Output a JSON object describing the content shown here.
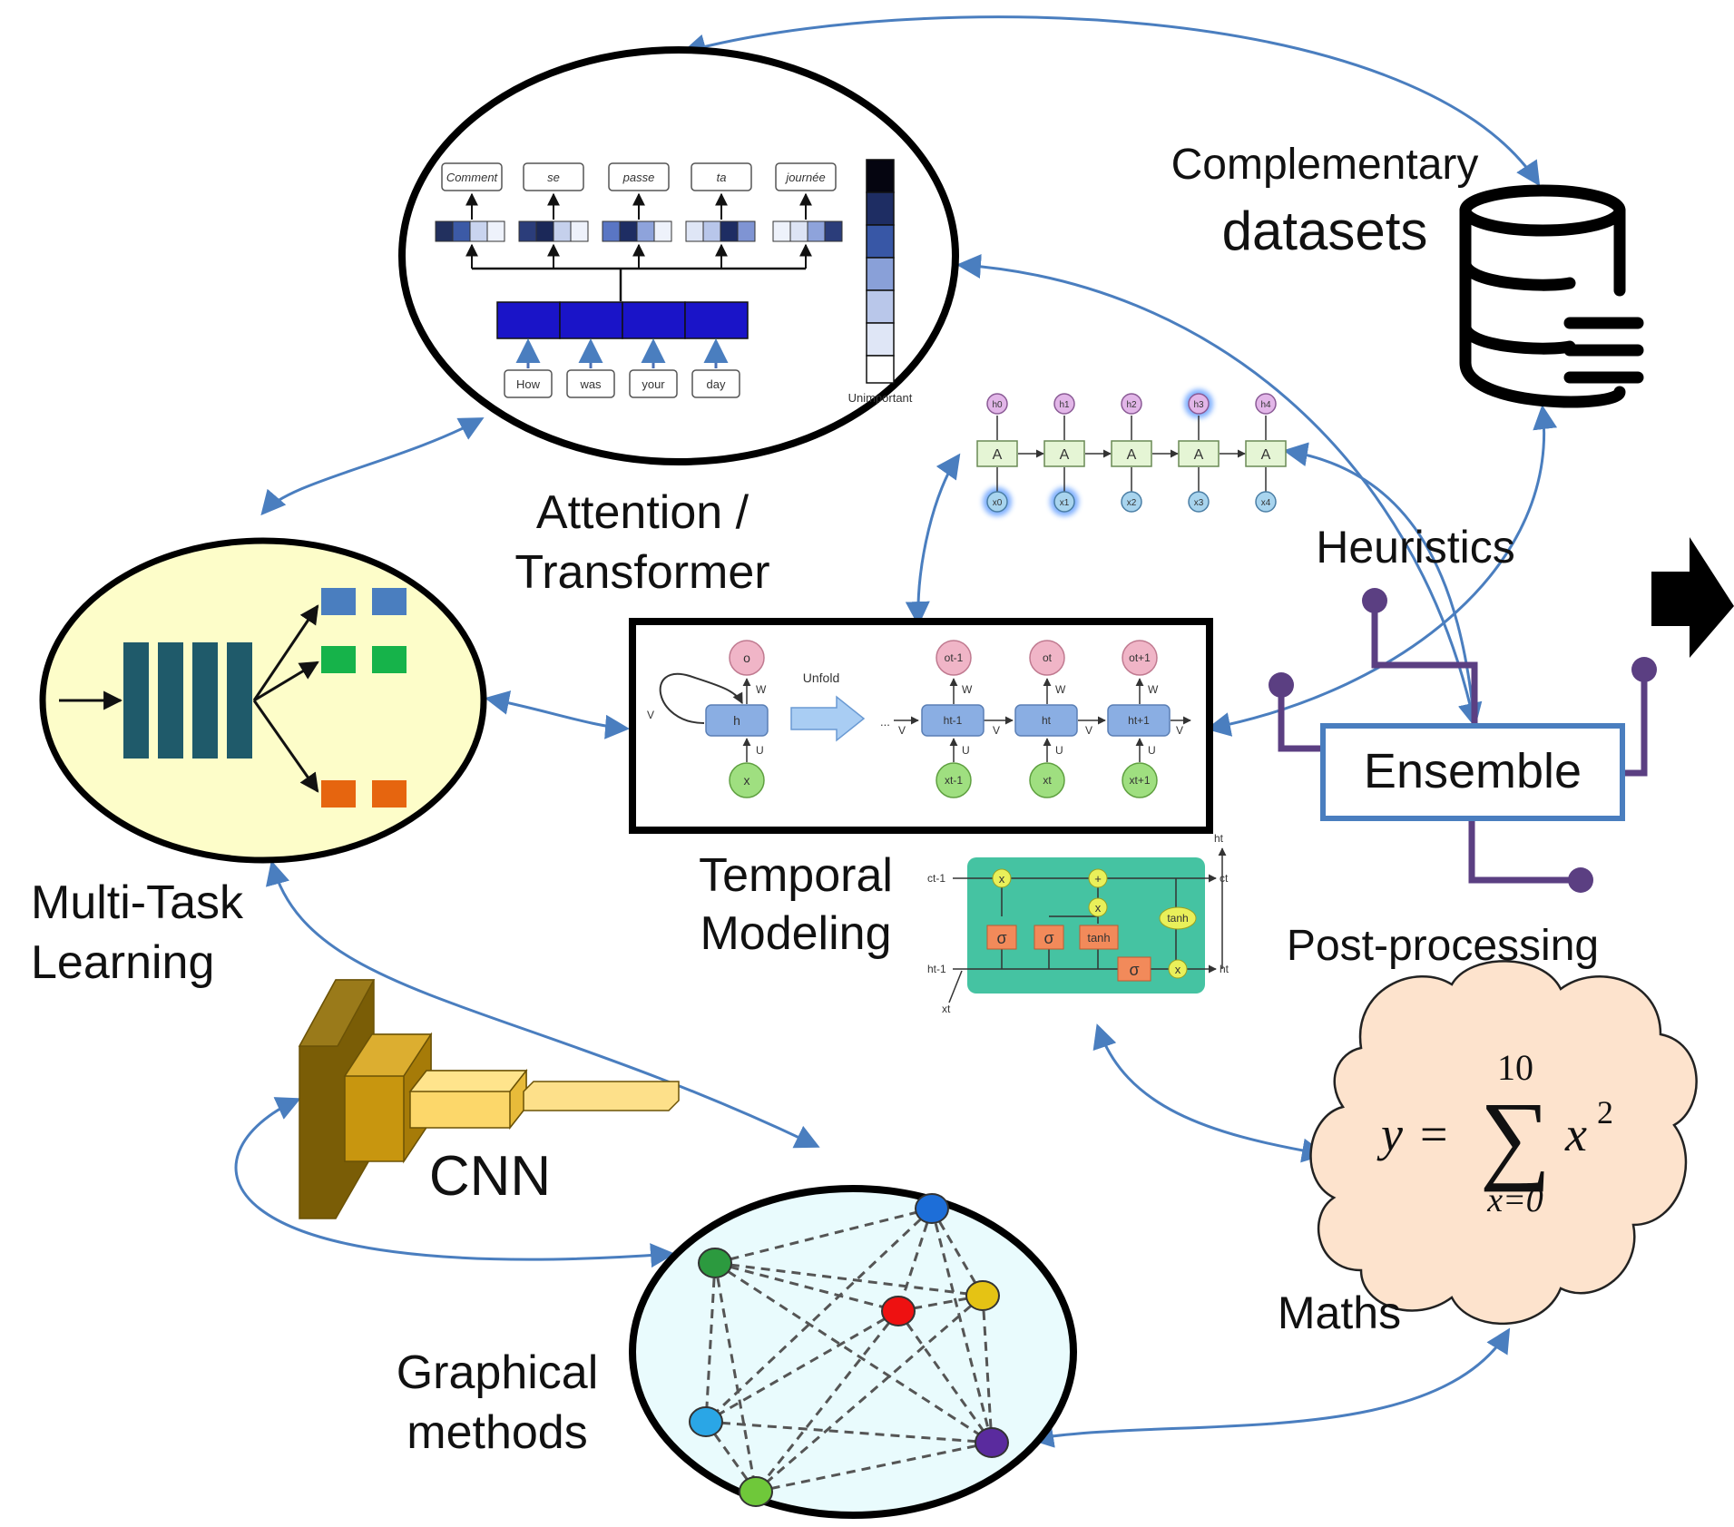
{
  "labels": {
    "complementary": "Complementary",
    "datasets": "datasets",
    "attention_line1": "Attention /",
    "attention_line2": "Transformer",
    "heuristics": "Heuristics",
    "ensemble": "Ensemble",
    "multitask_line1": "Multi-Task",
    "multitask_line2": "Learning",
    "temporal_line1": "Temporal",
    "temporal_line2": "Modeling",
    "postprocessing": "Post-processing",
    "cnn": "CNN",
    "graphical_line1": "Graphical",
    "graphical_line2": "methods",
    "maths": "Maths"
  },
  "attention": {
    "outputs": [
      "Comment",
      "se",
      "passe",
      "ta",
      "journée"
    ],
    "inputs": [
      "How",
      "was",
      "your",
      "day"
    ],
    "scale_label": "Unimportant"
  },
  "rnn_chain": {
    "cell": "A",
    "hidden": [
      "h0",
      "h1",
      "h2",
      "h3",
      "h4"
    ],
    "inputs": [
      "x0",
      "x1",
      "x2",
      "x3",
      "x4"
    ]
  },
  "rnn_unfold": {
    "unfold_label": "Unfold",
    "o": "o",
    "h": "h",
    "x": "x",
    "v": "V",
    "w": "W",
    "u": "U",
    "dots": "...",
    "steps": [
      {
        "o": "ot-1",
        "h": "ht-1",
        "x": "xt-1"
      },
      {
        "o": "ot",
        "h": "ht",
        "x": "xt"
      },
      {
        "o": "ot+1",
        "h": "ht+1",
        "x": "xt+1"
      }
    ]
  },
  "lstm": {
    "sigma": "σ",
    "tanh": "tanh",
    "times": "x",
    "plus": "+",
    "c_in": "ct-1",
    "c_out": "ct",
    "h_in": "ht-1",
    "h_out": "ht",
    "h_top": "ht",
    "x_in": "xt"
  },
  "formula": {
    "lhs": "y",
    "eq": "=",
    "sum": "∑",
    "upper": "10",
    "lower": "x=0",
    "term": "x",
    "exp": "2"
  },
  "colors": {
    "arrow": "#4a7ebf",
    "purple": "#5b3f82",
    "ensemble_border": "#4a7ebf",
    "multitask_fill": "#fdfdc9",
    "graph_fill": "#e9fbfd",
    "cloud_fill": "#fde3cd",
    "bar_teal": "#1f5a6a",
    "lstm_green": "#45c3a2",
    "node_green": "#2c9a3f",
    "node_blue": "#1d6ed8",
    "node_red": "#e11",
    "node_yellow": "#e5c314",
    "node_cyan": "#2aa6e6",
    "node_purple": "#5a2b9e",
    "node_lime": "#6fc83a"
  },
  "icons": [
    "database-icon",
    "right-arrow-icon",
    "cnn-block-icon",
    "cloud-shape"
  ]
}
